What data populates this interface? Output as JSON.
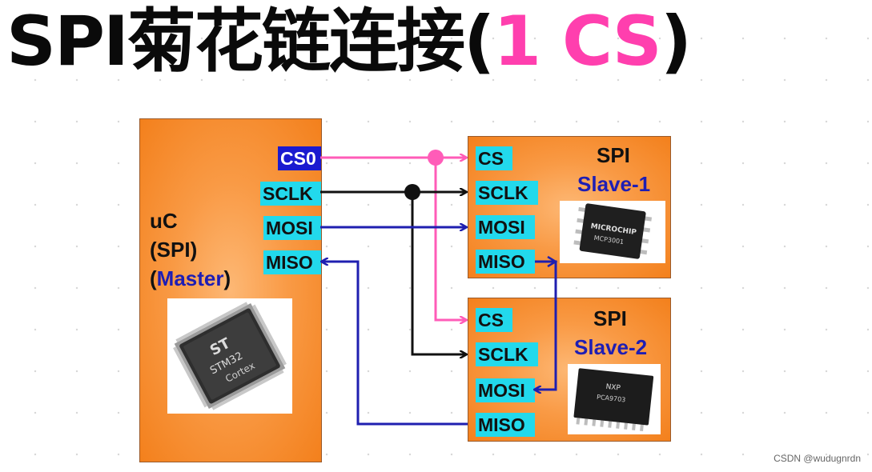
{
  "title": {
    "main": "SPI菊花链连接(",
    "highlight": "1 CS",
    "close": ")"
  },
  "master": {
    "line1": "uC",
    "line2": "(SPI)",
    "line3_open": "(",
    "line3_word": "Master",
    "line3_close": ")",
    "pins": [
      "CS0",
      "SCLK",
      "MOSI",
      "MISO"
    ],
    "chip": {
      "brand": "ST",
      "model": "STM32",
      "core": "Cortex"
    }
  },
  "slave1": {
    "title_top": "SPI",
    "title_bottom": "Slave-1",
    "pins": [
      "CS",
      "SCLK",
      "MOSI",
      "MISO"
    ],
    "chip": {
      "brand": "MICROCHIP",
      "model": "MCP3001"
    }
  },
  "slave2": {
    "title_top": "SPI",
    "title_bottom": "Slave-2",
    "pins": [
      "CS",
      "SCLK",
      "MOSI",
      "MISO"
    ],
    "chip": {
      "brand": "NXP",
      "model": "PCA9703"
    }
  },
  "colors": {
    "cs_wire": "#ff5cb8",
    "clk_wire": "#111111",
    "data_wire": "#1f1fb0",
    "box": "#f3801c",
    "pin_bg": "#22d9ec"
  },
  "watermark": "CSDN @wudugnrdn"
}
